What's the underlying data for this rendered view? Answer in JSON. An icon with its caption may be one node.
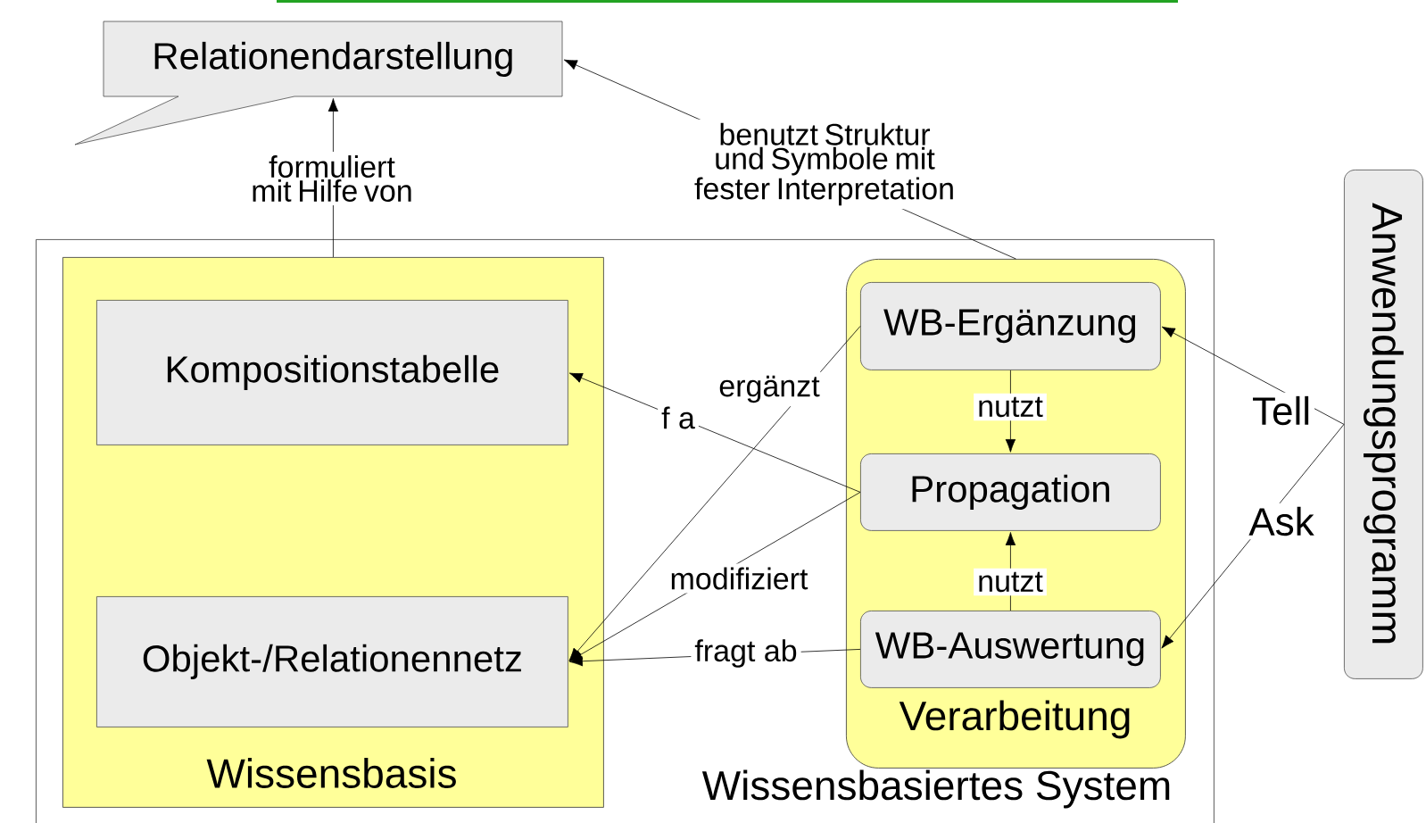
{
  "diagram": {
    "nodes": [
      {
        "text": [
          "Relationendarstellung"
        ]
      },
      {
        "text": [
          "Wissensbasiertes System"
        ]
      },
      {
        "text": [
          "Wissensbasis"
        ],
        "in": 1
      },
      {
        "text": [
          "Kompositionstabelle"
        ],
        "in": 2
      },
      {
        "text": [
          "Objekt-/Relationennetz"
        ],
        "in": 2
      },
      {
        "text": [
          "Verarbeitung"
        ],
        "in": 1
      },
      {
        "text": [
          "WB-Ergänzung"
        ],
        "in": 5
      },
      {
        "text": [
          "Propagation"
        ],
        "in": 5
      },
      {
        "text": [
          "WB-Auswertung"
        ],
        "in": 5
      },
      {
        "text": [
          "Anwendungsprogramm"
        ]
      }
    ],
    "edges": [
      {
        "from": 2,
        "to": 0,
        "arrow": "to",
        "label": "formuliert mit Hilfe von"
      },
      {
        "from": 5,
        "to": 0,
        "arrow": "to",
        "label": "benutzt Struktur und Symbole mit fester Interpretation"
      },
      {
        "from": 7,
        "to": 3,
        "arrow": "to",
        "label": "f a"
      },
      {
        "from": 6,
        "to": 4,
        "arrow": "to",
        "label": "ergänzt"
      },
      {
        "from": 7,
        "to": 4,
        "arrow": "to",
        "label": "modifiziert"
      },
      {
        "from": 8,
        "to": 4,
        "arrow": "to",
        "label": "fragt ab"
      },
      {
        "from": 6,
        "to": 7,
        "arrow": "to",
        "label": "nutzt"
      },
      {
        "from": 8,
        "to": 7,
        "arrow": "to",
        "label": "nutzt"
      },
      {
        "from": 9,
        "to": 6,
        "arrow": "to",
        "label": "Tell"
      },
      {
        "from": 9,
        "to": 8,
        "arrow": "to",
        "label": "Ask"
      }
    ]
  }
}
